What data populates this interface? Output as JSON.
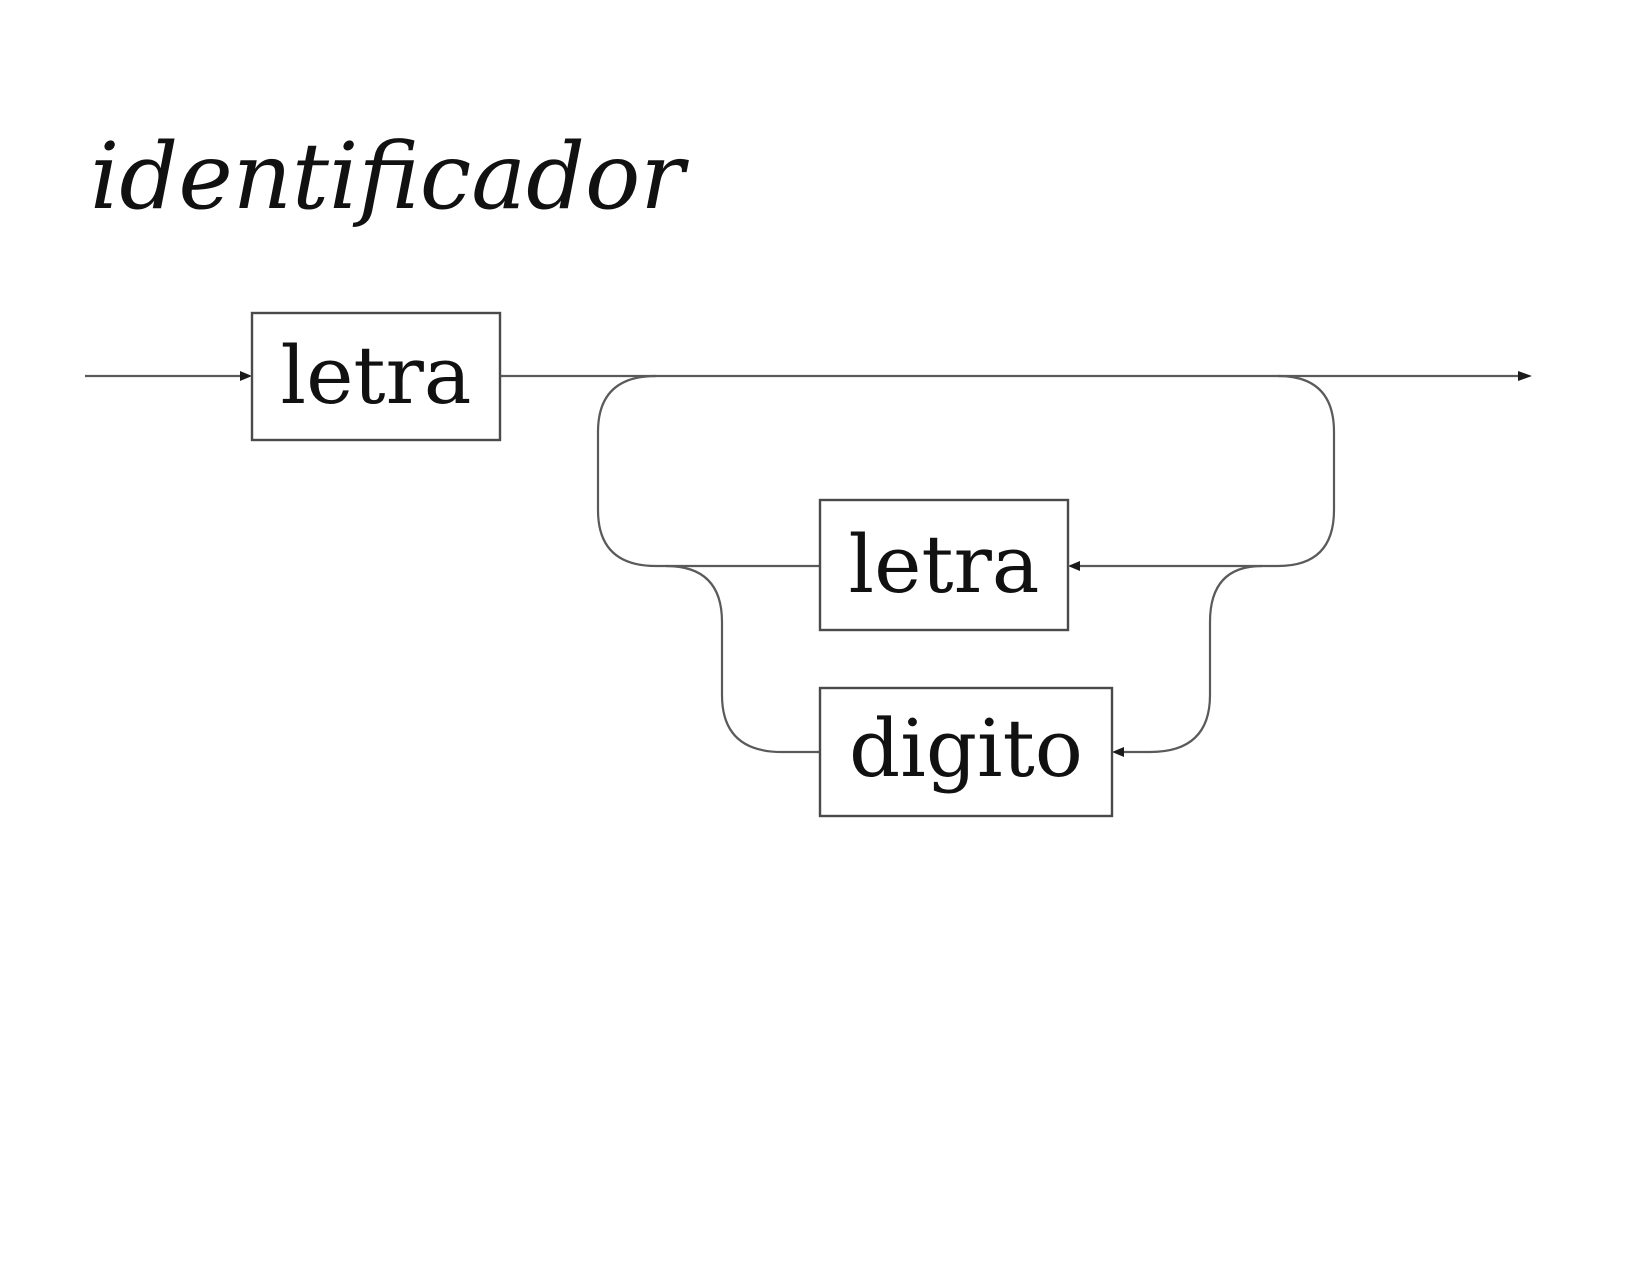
{
  "diagram": {
    "title": "identificador",
    "nodes": [
      {
        "id": "first-letra",
        "label": "letra"
      },
      {
        "id": "loop-letra",
        "label": "letra"
      },
      {
        "id": "loop-digito",
        "label": "digito"
      }
    ]
  },
  "colors": {
    "line": "#5a5a5a",
    "box_border": "#4a4a4a",
    "text": "#111111",
    "background": "#ffffff"
  }
}
